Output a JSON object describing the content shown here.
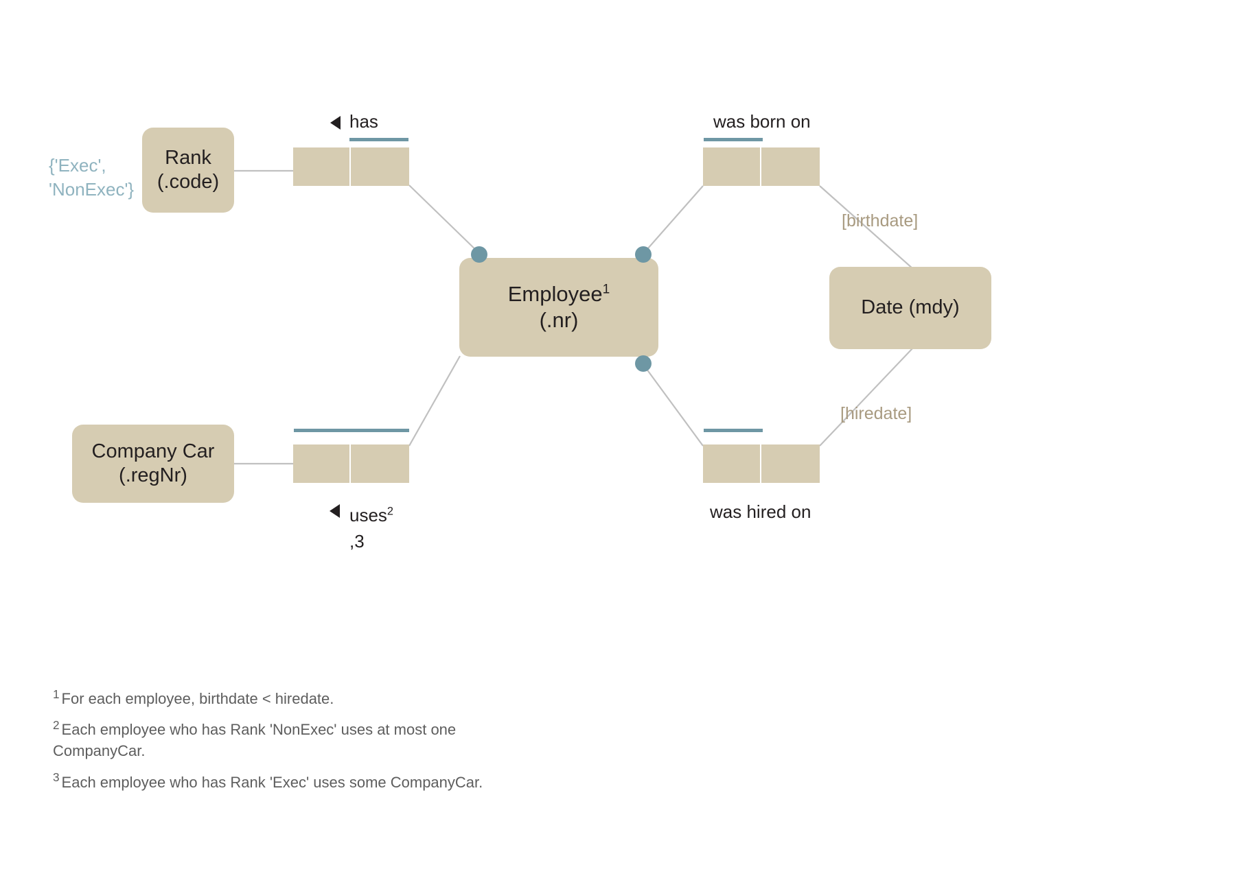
{
  "diagram": {
    "type": "orm-diagram",
    "title": "Employee ORM model",
    "colors": {
      "object_fill": "#D6CCB2",
      "constraint_teal": "#6E97A4",
      "value_constraint_text": "#8FB3BF",
      "role_name_text": "#A89A80",
      "connector_line": "#C0C0C0",
      "text": "#231f20",
      "footnote_text": "#5d5d5d",
      "background": "#ffffff"
    }
  },
  "entities": [
    {
      "id": "rank",
      "name": "Rank",
      "reference_mode": "(.code)"
    },
    {
      "id": "employee",
      "name": "Employee",
      "superscript": "1",
      "reference_mode": "(.nr)"
    },
    {
      "id": "company_car",
      "name": "Company Car",
      "reference_mode": "(.regNr)"
    },
    {
      "id": "date",
      "name": "Date (mdy)",
      "reference_mode": ""
    }
  ],
  "fact_types": [
    {
      "id": "has",
      "reading": "has",
      "reading_superscript": "",
      "reading_suffix": "",
      "arrow": "left-triangle",
      "roles": 2,
      "uniqueness_span": "second-role",
      "label_position": "above"
    },
    {
      "id": "was-born-on",
      "reading": "was born on",
      "arrow": "none",
      "roles": 2,
      "uniqueness_span": "first-role",
      "label_position": "above",
      "role_name": "[birthdate]"
    },
    {
      "id": "uses",
      "reading": "uses",
      "reading_superscript": "2",
      "reading_suffix": ",3",
      "arrow": "left-triangle",
      "roles": 2,
      "uniqueness_span": "both-roles",
      "label_position": "below"
    },
    {
      "id": "was-hired-on",
      "reading": "was hired on",
      "arrow": "none",
      "roles": 2,
      "uniqueness_span": "first-role",
      "label_position": "below",
      "role_name": "[hiredate]"
    }
  ],
  "value_constraints": [
    {
      "id": "rank-values",
      "applies_to": "Rank",
      "line1": "{'Exec',",
      "line2": "'NonExec'}"
    }
  ],
  "role_names": [
    {
      "id": "birthdate",
      "text": "[birthdate]"
    },
    {
      "id": "hiredate",
      "text": "[hiredate]"
    }
  ],
  "mandatory_roles": [
    {
      "id": "employee-has-rank",
      "on": "Employee"
    },
    {
      "id": "employee-was-born-on",
      "on": "Employee"
    },
    {
      "id": "employee-was-hired-on",
      "on": "Employee"
    }
  ],
  "footnotes": [
    {
      "num": "1",
      "text": "For each employee, birthdate < hiredate."
    },
    {
      "num": "2",
      "text": "Each employee who has Rank 'NonExec' uses at most one CompanyCar."
    },
    {
      "num": "3",
      "text": "Each employee who has Rank 'Exec' uses some CompanyCar."
    }
  ]
}
